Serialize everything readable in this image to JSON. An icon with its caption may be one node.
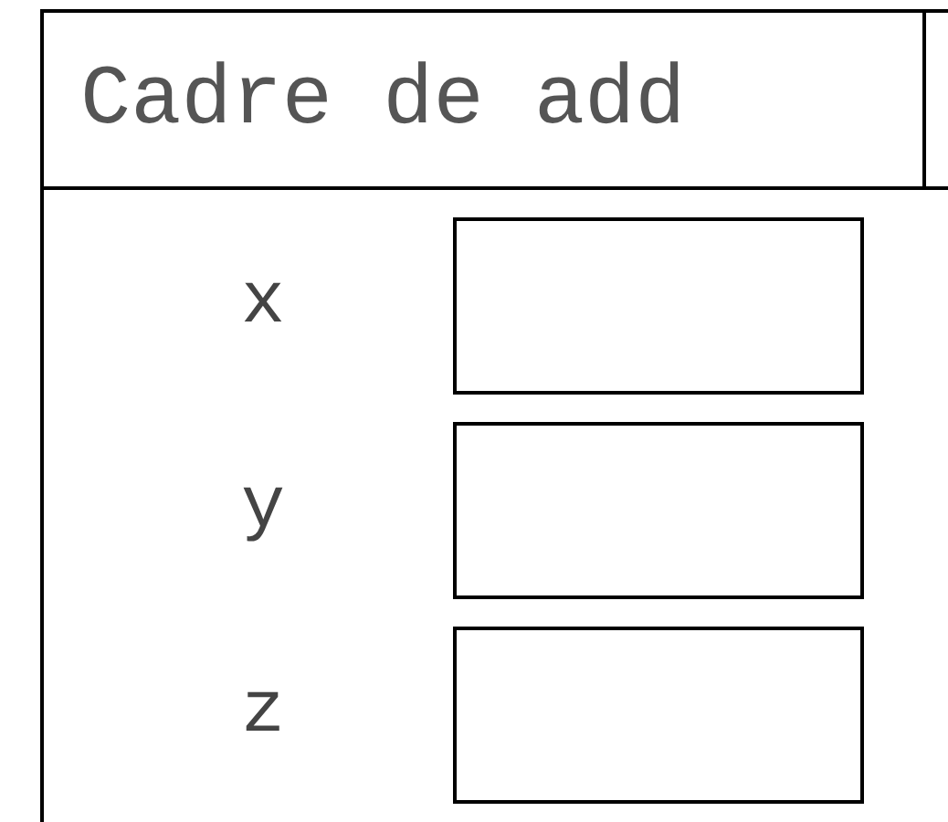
{
  "diagram": {
    "nodes": [
      {
        "text": [
          "Cadre de add"
        ]
      },
      {
        "text": [],
        "shape": "box",
        "in": 0,
        "beside": [
          "x"
        ]
      },
      {
        "text": [],
        "shape": "box",
        "in": 0,
        "beside": [
          "y"
        ]
      },
      {
        "text": [],
        "shape": "box",
        "in": 0,
        "beside": [
          "z"
        ]
      }
    ]
  }
}
